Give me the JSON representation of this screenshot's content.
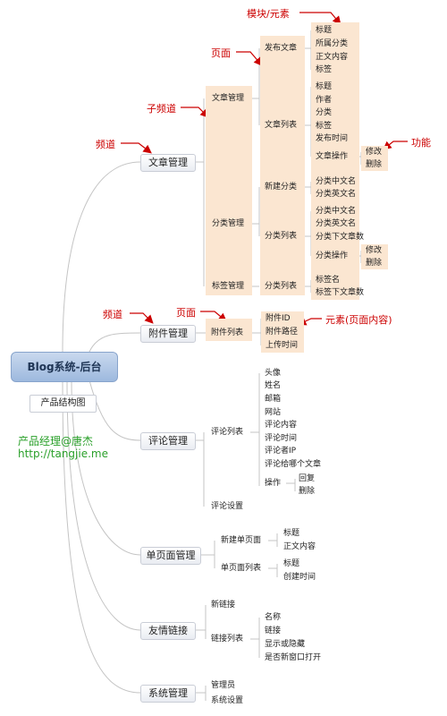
{
  "root": "Blog系统-后台",
  "subtitle": "产品结构图",
  "author": {
    "name": "产品经理@唐杰",
    "url": "http://tangjie.me"
  },
  "annotations": {
    "module": "模块/元素",
    "page1": "页面",
    "subchannel": "子频道",
    "function": "功能",
    "channel1": "频道",
    "channel2": "频道",
    "page2": "页面",
    "element": "元素(页面内容)"
  },
  "nodes": {
    "wenzhang": "文章管理",
    "wz_guanli": "文章管理",
    "fabu": "发布文章",
    "f1": "标题",
    "f2": "所属分类",
    "f3": "正文内容",
    "f4": "标签",
    "liebiao": "文章列表",
    "l1": "标题",
    "l2": "作者",
    "l3": "分类",
    "l4": "标签",
    "l5": "发布时间",
    "l6": "文章操作",
    "l6a": "修改",
    "l6b": "删除",
    "fenlei": "分类管理",
    "xinjian": "新建分类",
    "x1": "分类中文名",
    "x2": "分类英文名",
    "fllb": "分类列表",
    "c1": "分类中文名",
    "c2": "分类英文名",
    "c3": "分类下文章数",
    "c4": "分类操作",
    "c4a": "修改",
    "c4b": "删除",
    "biaoqian": "标签管理",
    "bqlb": "分类列表",
    "b1": "标签名",
    "b2": "标签下文章数",
    "fujian": "附件管理",
    "fjlb": "附件列表",
    "fj1": "附件ID",
    "fj2": "附件路径",
    "fj3": "上传时间",
    "pinglun": "评论管理",
    "pllb": "评论列表",
    "p1": "头像",
    "p2": "姓名",
    "p3": "邮箱",
    "p4": "网站",
    "p5": "评论内容",
    "p6": "评论时间",
    "p7": "评论者IP",
    "p8": "评论给哪个文章",
    "p9": "操作",
    "p9a": "回复",
    "p9b": "删除",
    "plsz": "评论设置",
    "danye": "单页面管理",
    "xjdy": "新建单页面",
    "d1": "标题",
    "d2": "正文内容",
    "dylb": "单页面列表",
    "d3": "标题",
    "d4": "创建时间",
    "youqing": "友情链接",
    "xlj": "新链接",
    "ljlb": "链接列表",
    "y1": "名称",
    "y2": "链接",
    "y3": "显示或隐藏",
    "y4": "是否新窗口打开",
    "xitong": "系统管理",
    "gly": "管理员",
    "xtsz": "系统设置"
  }
}
